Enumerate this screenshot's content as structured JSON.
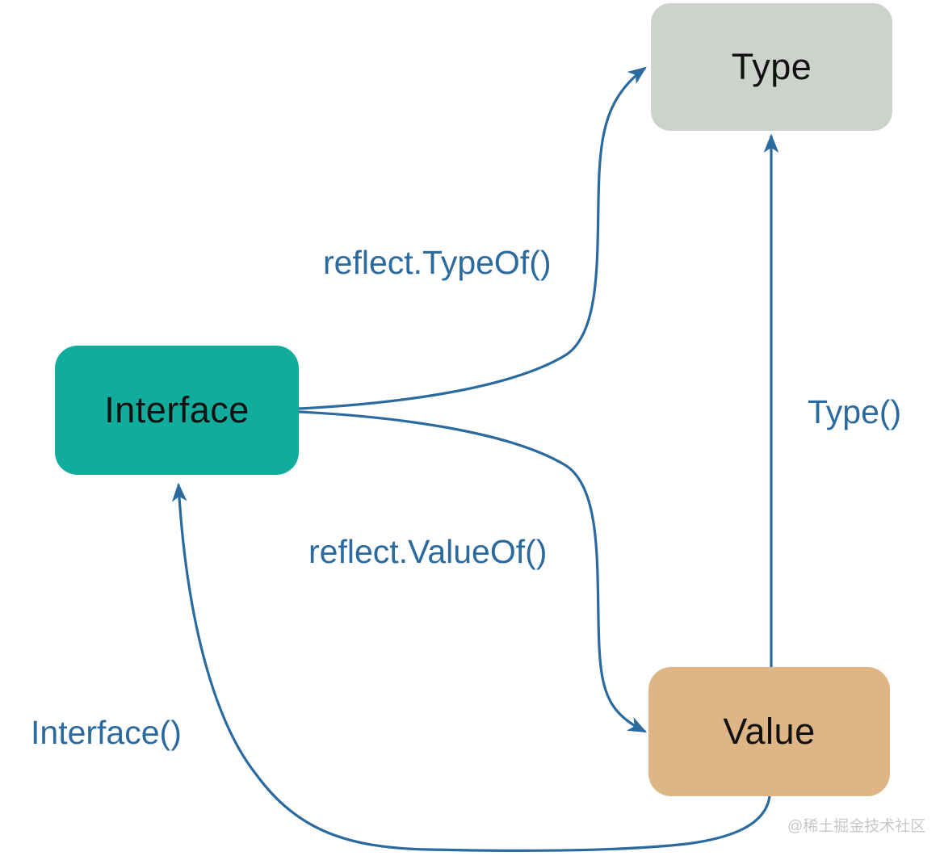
{
  "diagram": {
    "title_hint": "Go reflect relationship diagram",
    "nodes": [
      {
        "id": "type",
        "label": "Type",
        "fill": "#cdd3cc",
        "text_color": "#111111"
      },
      {
        "id": "interface",
        "label": "Interface",
        "fill": "#12ac9c",
        "text_color": "#111111"
      },
      {
        "id": "value",
        "label": "Value",
        "fill": "#deb685",
        "text_color": "#111111"
      }
    ],
    "edges": [
      {
        "id": "typeof",
        "label": "reflect.TypeOf()",
        "from": "interface",
        "to": "type"
      },
      {
        "id": "valueof",
        "label": "reflect.ValueOf()",
        "from": "interface",
        "to": "value"
      },
      {
        "id": "type-call",
        "label": "Type()",
        "from": "value",
        "to": "type"
      },
      {
        "id": "interface-call",
        "label": "Interface()",
        "from": "value",
        "to": "interface"
      }
    ],
    "colors": {
      "background": "#ffffff",
      "edge_stroke": "#2b6a9e",
      "edge_label_text": "#2b6a9e",
      "node_type_fill": "#cdd3cc",
      "node_interface_fill": "#12ac9c",
      "node_value_fill": "#deb685",
      "watermark_text": "#c8c8c8"
    }
  },
  "watermark": {
    "text": "@稀土掘金技术社区"
  }
}
